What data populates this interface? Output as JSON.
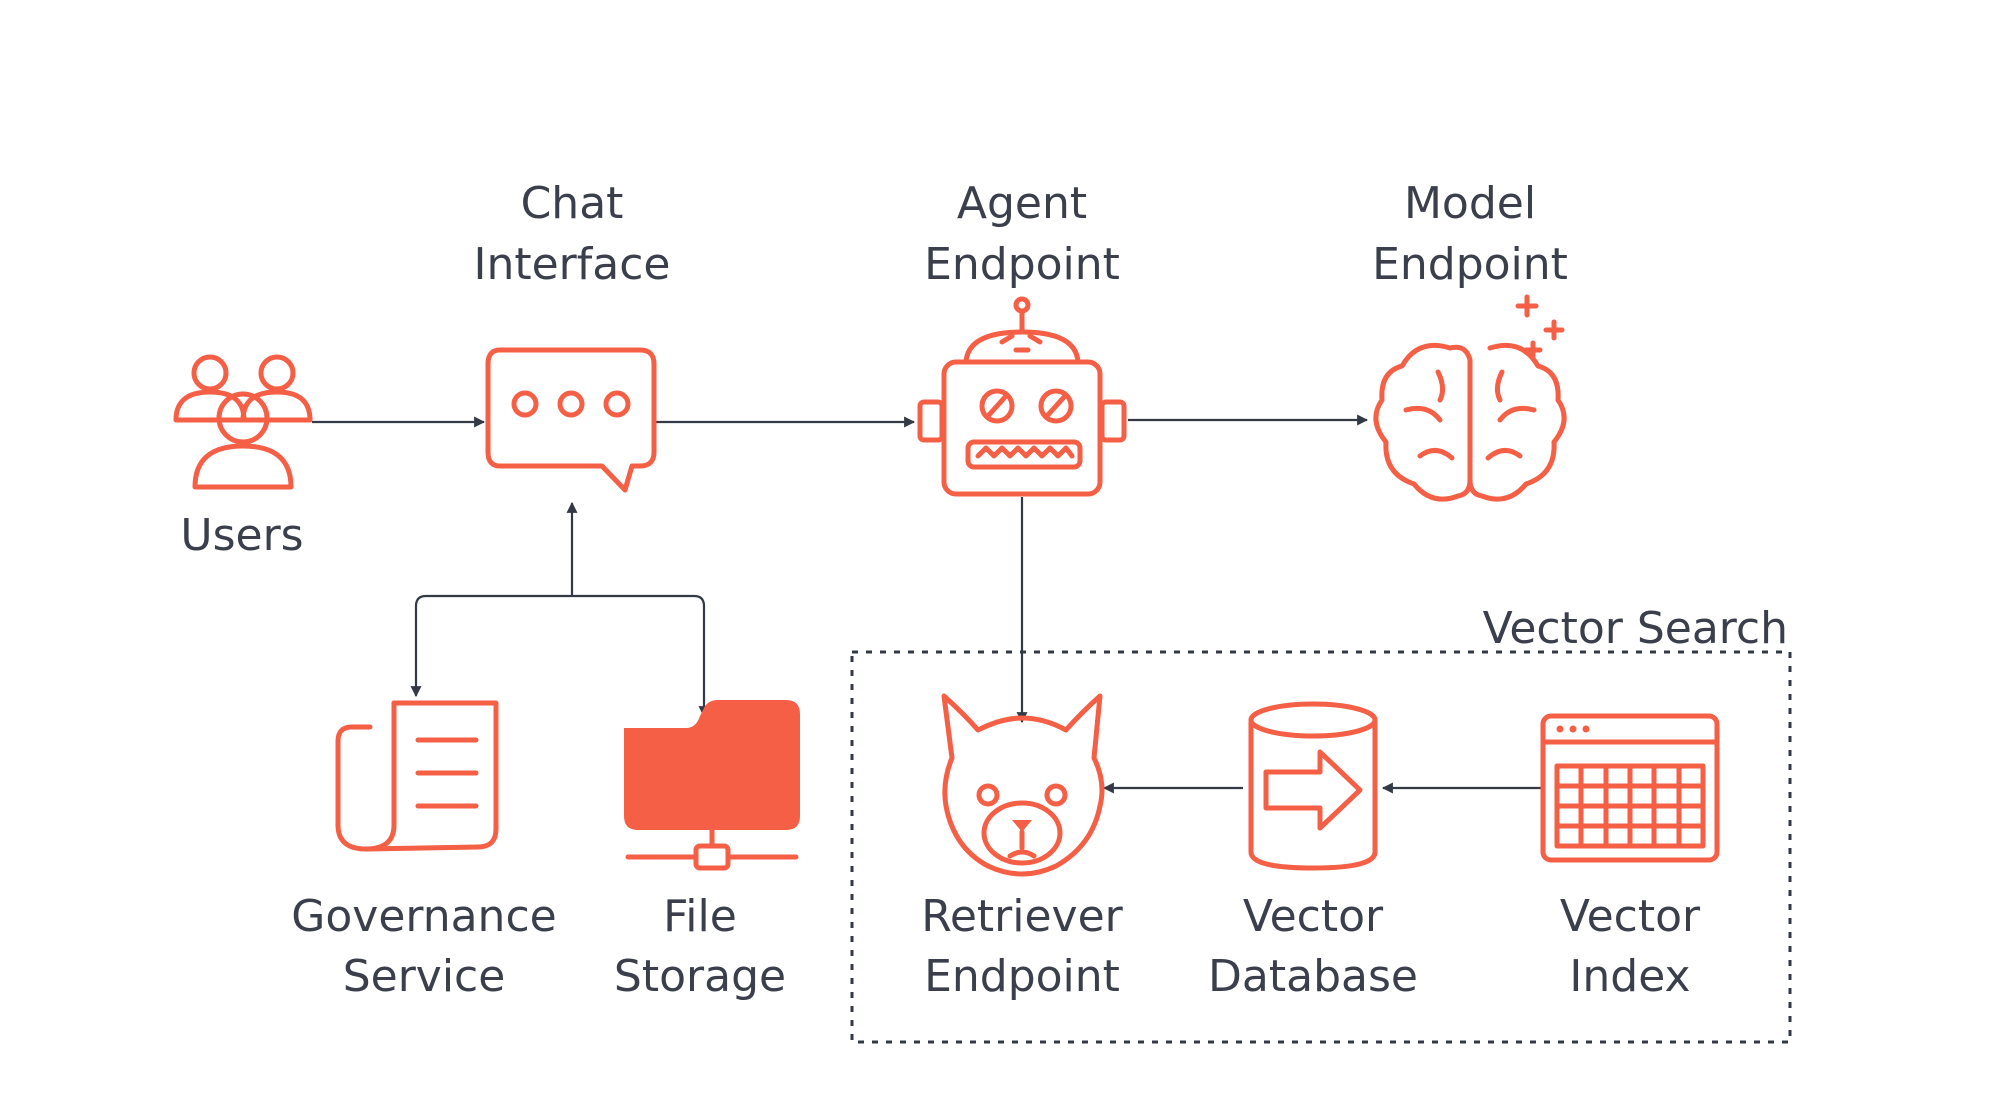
{
  "colors": {
    "icon_accent": "#f45f45",
    "text": "#3a3f4b",
    "edge": "#333a45"
  },
  "nodes": {
    "users": {
      "label": "Users",
      "icon": "users-icon"
    },
    "chat_interface": {
      "label_line1": "Chat",
      "label_line2": "Interface",
      "icon": "chat-bubble-icon"
    },
    "agent_endpoint": {
      "label_line1": "Agent",
      "label_line2": "Endpoint",
      "icon": "robot-icon"
    },
    "model_endpoint": {
      "label_line1": "Model",
      "label_line2": "Endpoint",
      "icon": "brain-sparkle-icon"
    },
    "governance_service": {
      "label_line1": "Governance",
      "label_line2": "Service",
      "icon": "document-icon"
    },
    "file_storage": {
      "label_line1": "File",
      "label_line2": "Storage",
      "icon": "network-folder-icon"
    },
    "retriever_endpoint": {
      "label_line1": "Retriever",
      "label_line2": "Endpoint",
      "icon": "retriever-dog-icon"
    },
    "vector_database": {
      "label_line1": "Vector",
      "label_line2": "Database",
      "icon": "database-arrow-icon"
    },
    "vector_index": {
      "label_line1": "Vector",
      "label_line2": "Index",
      "icon": "grid-window-icon"
    }
  },
  "groups": {
    "vector_search": {
      "label": "Vector Search"
    }
  },
  "edges": [
    {
      "from": "Users",
      "to": "Chat Interface"
    },
    {
      "from": "Chat Interface",
      "to": "Agent Endpoint"
    },
    {
      "from": "Agent Endpoint",
      "to": "Model Endpoint"
    },
    {
      "from": "Agent Endpoint",
      "to": "Retriever Endpoint"
    },
    {
      "from": "Governance Service",
      "to": "Chat Interface"
    },
    {
      "from": "Chat Interface",
      "to": "Governance Service"
    },
    {
      "from": "Chat Interface",
      "to": "File Storage"
    },
    {
      "from": "Vector Database",
      "to": "Retriever Endpoint"
    },
    {
      "from": "Vector Index",
      "to": "Vector Database"
    }
  ]
}
